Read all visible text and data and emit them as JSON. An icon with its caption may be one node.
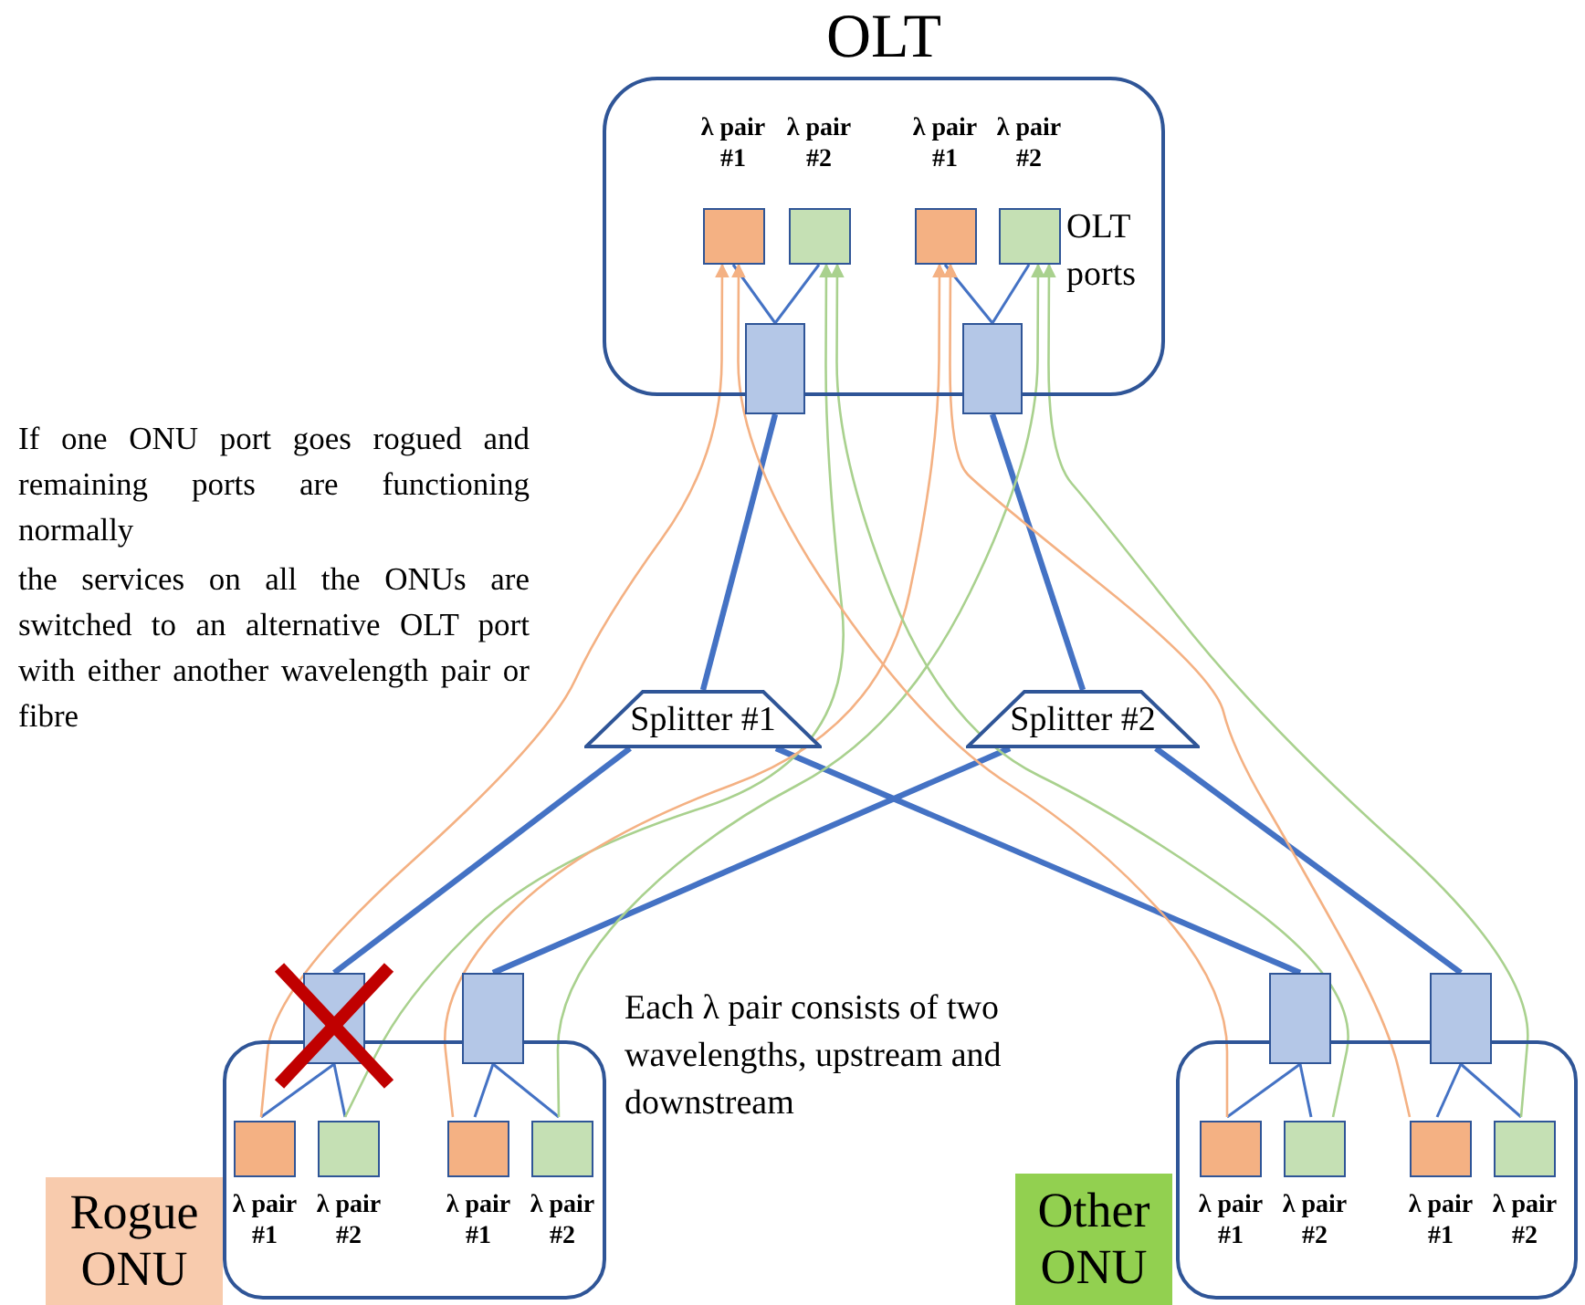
{
  "diagram": {
    "nodes": [
      {
        "text": [
          "OLT"
        ]
      },
      {
        "text": [
          "λ pair #1"
        ],
        "in": 0
      },
      {
        "text": [
          "λ pair #2"
        ],
        "in": 0
      },
      {
        "text": [
          "λ pair #1"
        ],
        "in": 0
      },
      {
        "text": [
          "λ pair #2"
        ],
        "in": 0
      },
      {
        "text": [],
        "shape": "box"
      },
      {
        "text": [],
        "shape": "box"
      },
      {
        "text": [
          "Splitter #1"
        ]
      },
      {
        "text": [
          "Splitter #2"
        ]
      },
      {
        "text": [],
        "shape": "box"
      },
      {
        "text": [],
        "shape": "box"
      },
      {
        "text": [],
        "shape": "box"
      },
      {
        "text": [
          "λ pair #1"
        ],
        "in": 9
      },
      {
        "text": [
          "λ pair #2"
        ],
        "in": 9
      },
      {
        "text": [
          "λ pair #1"
        ],
        "in": 9
      },
      {
        "text": [
          "λ pair #2"
        ],
        "in": 9
      },
      {
        "text": [
          "Rogue ONU"
        ]
      },
      {
        "text": [],
        "shape": "box"
      },
      {
        "text": [],
        "shape": "box"
      },
      {
        "text": [],
        "shape": "box"
      },
      {
        "text": [
          "λ pair #1"
        ],
        "in": 17
      },
      {
        "text": [
          "λ pair #2"
        ],
        "in": 17
      },
      {
        "text": [
          "λ pair #1"
        ],
        "in": 17
      },
      {
        "text": [
          "λ pair #2"
        ],
        "in": 17
      },
      {
        "text": [
          "Other ONU"
        ]
      }
    ],
    "edges": [
      {
        "from": 5,
        "to": 1,
        "arrow": "none"
      },
      {
        "from": 5,
        "to": 2,
        "arrow": "none"
      },
      {
        "from": 6,
        "to": 3,
        "arrow": "none"
      },
      {
        "from": 6,
        "to": 4,
        "arrow": "none"
      },
      {
        "from": 5,
        "to": 7,
        "arrow": "none",
        "style": "thick"
      },
      {
        "from": 6,
        "to": 8,
        "arrow": "none",
        "style": "thick"
      },
      {
        "from": 7,
        "to": 10,
        "arrow": "none",
        "style": "thick"
      },
      {
        "from": 7,
        "to": 18,
        "arrow": "none",
        "style": "thick"
      },
      {
        "from": 8,
        "to": 11,
        "arrow": "none",
        "style": "thick"
      },
      {
        "from": 8,
        "to": 19,
        "arrow": "none",
        "style": "thick"
      },
      {
        "from": 10,
        "to": 12,
        "arrow": "none"
      },
      {
        "from": 10,
        "to": 13,
        "arrow": "none"
      },
      {
        "from": 11,
        "to": 14,
        "arrow": "none"
      },
      {
        "from": 11,
        "to": 15,
        "arrow": "none"
      },
      {
        "from": 18,
        "to": 20,
        "arrow": "none"
      },
      {
        "from": 18,
        "to": 21,
        "arrow": "none"
      },
      {
        "from": 19,
        "to": 22,
        "arrow": "none"
      },
      {
        "from": 19,
        "to": 23,
        "arrow": "none"
      },
      {
        "from": 12,
        "to": 1,
        "arrow": "to",
        "color": "#f4b183"
      },
      {
        "from": 13,
        "to": 2,
        "arrow": "to",
        "color": "#a9d18e"
      },
      {
        "from": 14,
        "to": 3,
        "arrow": "to",
        "color": "#f4b183"
      },
      {
        "from": 15,
        "to": 4,
        "arrow": "to",
        "color": "#a9d18e"
      },
      {
        "from": 20,
        "to": 1,
        "arrow": "to",
        "color": "#f4b183"
      },
      {
        "from": 21,
        "to": 2,
        "arrow": "to",
        "color": "#a9d18e"
      },
      {
        "from": 22,
        "to": 3,
        "arrow": "to",
        "color": "#f4b183"
      },
      {
        "from": 23,
        "to": 4,
        "arrow": "to",
        "color": "#a9d18e"
      }
    ],
    "labels": [
      "OLT ports",
      "If one ONU port goes rogued and remaining ports are functioning normally",
      "the services on all the ONUs are switched to an alternative OLT port with either another wavelength pair or fibre",
      "Each λ pair consists of two wavelengths, upstream and downstream"
    ]
  }
}
